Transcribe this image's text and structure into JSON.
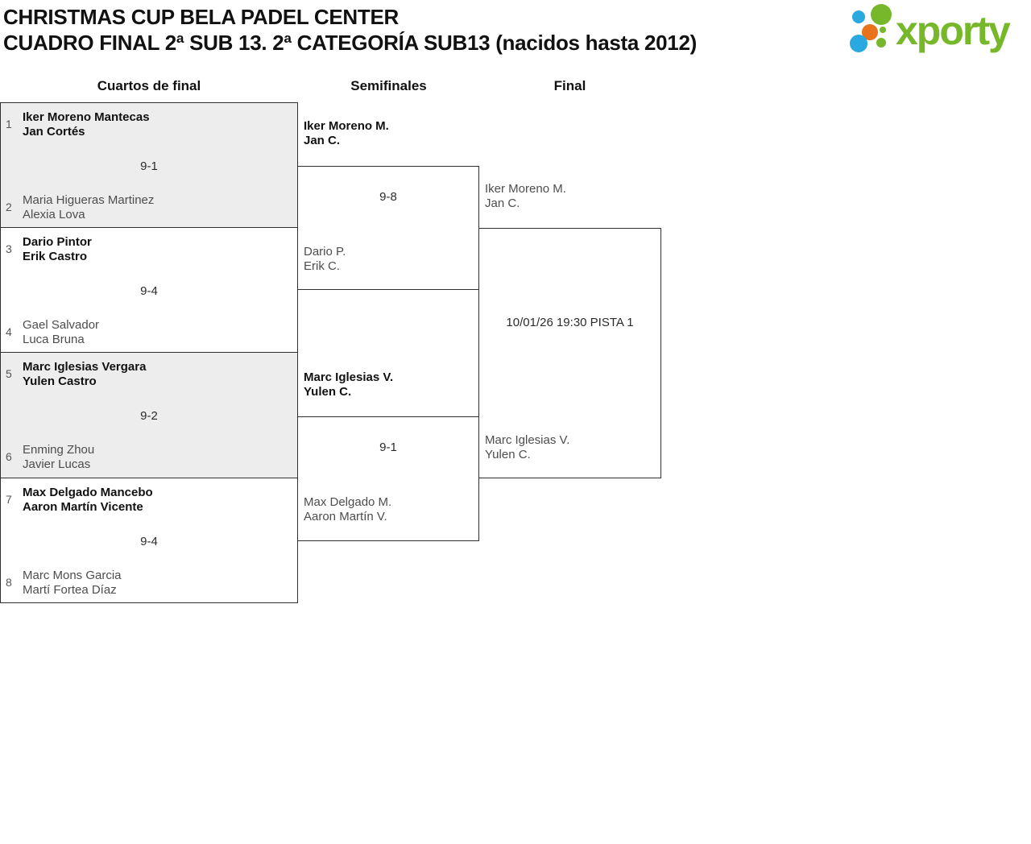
{
  "header": {
    "title_line1": "CHRISTMAS CUP BELA PADEL CENTER",
    "title_line2": "CUADRO FINAL 2ª SUB 13. 2ª CATEGORÍA SUB13 (nacidos hasta 2012)",
    "logo_text": "xporty"
  },
  "colors": {
    "logo_green": "#76b82a",
    "logo_blue": "#29a9e0",
    "logo_orange": "#e8731a",
    "bracket_line": "#2f2f2f",
    "shaded_match_bg": "#ededed",
    "winner_text": "#111111",
    "secondary_text": "#4d4d4d"
  },
  "rounds": [
    {
      "label": "Cuartos de final"
    },
    {
      "label": "Semifinales"
    },
    {
      "label": "Final"
    }
  ],
  "quarterfinals": [
    {
      "seed_top": "1",
      "team_top": [
        "Iker Moreno Mantecas",
        "Jan Cortés"
      ],
      "score": "9-1",
      "seed_bottom": "2",
      "team_bottom": [
        "Maria Higueras Martinez",
        "Alexia Lova"
      ]
    },
    {
      "seed_top": "3",
      "team_top": [
        "Dario Pintor",
        "Erik Castro"
      ],
      "score": "9-4",
      "seed_bottom": "4",
      "team_bottom": [
        "Gael Salvador",
        "Luca Bruna"
      ]
    },
    {
      "seed_top": "5",
      "team_top": [
        "Marc Iglesias Vergara",
        "Yulen Castro"
      ],
      "score": "9-2",
      "seed_bottom": "6",
      "team_bottom": [
        "Enming Zhou",
        "Javier Lucas"
      ]
    },
    {
      "seed_top": "7",
      "team_top": [
        "Max Delgado Mancebo",
        "Aaron Martín Vicente"
      ],
      "score": "9-4",
      "seed_bottom": "8",
      "team_bottom": [
        "Marc Mons Garcia",
        "Martí Fortea Díaz"
      ]
    }
  ],
  "semifinals": [
    {
      "winner": [
        "Iker Moreno M.",
        "Jan C."
      ],
      "score": "9-8",
      "loser": [
        "Dario P.",
        "Erik C."
      ]
    },
    {
      "winner": [
        "Marc Iglesias V.",
        "Yulen C."
      ],
      "score": "9-1",
      "loser": [
        "Max Delgado M.",
        "Aaron Martín V."
      ]
    }
  ],
  "final": {
    "team_top": [
      "Iker Moreno M.",
      "Jan C."
    ],
    "schedule": "10/01/26 19:30 PISTA 1",
    "team_bottom": [
      "Marc Iglesias V.",
      "Yulen C."
    ]
  }
}
